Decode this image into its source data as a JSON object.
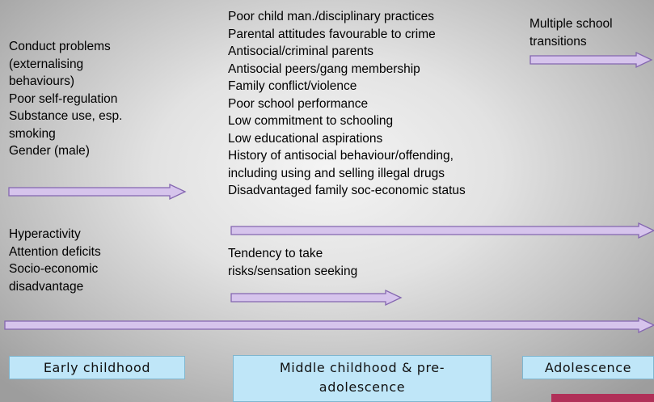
{
  "blocks": {
    "early_factors": "Conduct problems\n(externalising\nbehaviours)\nPoor self-regulation\nSubstance use, esp.\nsmoking\nGender (male)",
    "early_factors_2": "Hyperactivity\nAttention deficits\nSocio-economic\ndisadvantage",
    "middle_factors": "Poor child man./disciplinary practices\nParental attitudes favourable to crime\nAntisocial/criminal parents\nAntisocial peers/gang membership\nFamily conflict/violence\nPoor school performance\nLow commitment to schooling\nLow educational aspirations\nHistory of antisocial behaviour/offending,\nincluding using and selling illegal drugs\nDisadvantaged family soc-economic status",
    "middle_factors_2": "Tendency to take\nrisks/sensation seeking",
    "adolescent_factors": "Multiple school\ntransitions"
  },
  "stages": {
    "early": "Early childhood",
    "middle": "Middle childhood & pre-\nadolescence",
    "adolescence": "Adolescence"
  },
  "colors": {
    "arrow_fill": "#d6c4ec",
    "arrow_stroke": "#8466b0",
    "stage_fill": "#bfe6f8",
    "corner_accent": "#b03058"
  }
}
